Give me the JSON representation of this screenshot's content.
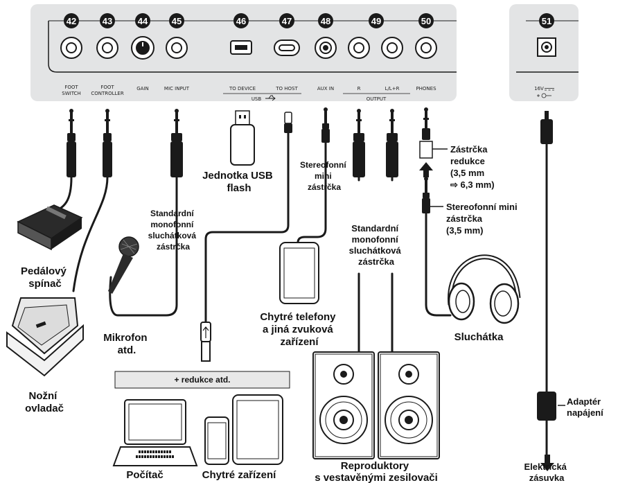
{
  "panel": {
    "numbers": [
      "42",
      "43",
      "44",
      "45",
      "46",
      "47",
      "48",
      "49",
      "50",
      "51"
    ],
    "labels": {
      "foot_switch_1": "FOOT",
      "foot_switch_2": "SWITCH",
      "foot_controller_1": "FOOT",
      "foot_controller_2": "CONTROLLER",
      "gain": "GAIN",
      "mic_input": "MIC INPUT",
      "to_device": "TO DEVICE",
      "to_host": "TO HOST",
      "usb": "USB",
      "aux_in": "AUX IN",
      "r": "R",
      "l": "L/L+R",
      "output": "OUTPUT",
      "phones": "PHONES",
      "dc": "16V"
    }
  },
  "devices": {
    "usb_flash": [
      "Jednotka USB",
      "flash"
    ],
    "stereo_mini_plug": [
      "Stereofonní",
      "mini",
      "zástrčka"
    ],
    "adapter_plug": [
      "Zástrčka",
      "redukce",
      "(3,5 mm",
      "⇨ 6,3 mm)"
    ],
    "stereo_mini_plug_2": [
      "Stereofonní mini",
      "zástrčka",
      "(3,5 mm)"
    ],
    "mono_plug_1": [
      "Standardní",
      "monofonní",
      "sluchátková",
      "zástrčka"
    ],
    "mono_plug_2": [
      "Standardní",
      "monofonní",
      "sluchátková",
      "zástrčka"
    ],
    "foot_switch": [
      "Pedálový",
      "spínač"
    ],
    "foot_controller": [
      "Nožní",
      "ovladač"
    ],
    "microphone": [
      "Mikrofon",
      "atd."
    ],
    "adapter_box": "+ redukce atd.",
    "computer": "Počítač",
    "smart_devices": "Chytré zařízení",
    "smartphones": [
      "Chytré telefony",
      "a jiná zvuková",
      "zařízení"
    ],
    "headphones": "Sluchátka",
    "speakers": [
      "Reproduktory",
      "s vestavěnými zesilovači"
    ],
    "power_adapter": [
      "Adaptér",
      "napájení"
    ],
    "outlet": [
      "Elektrická",
      "zásuvka"
    ]
  }
}
